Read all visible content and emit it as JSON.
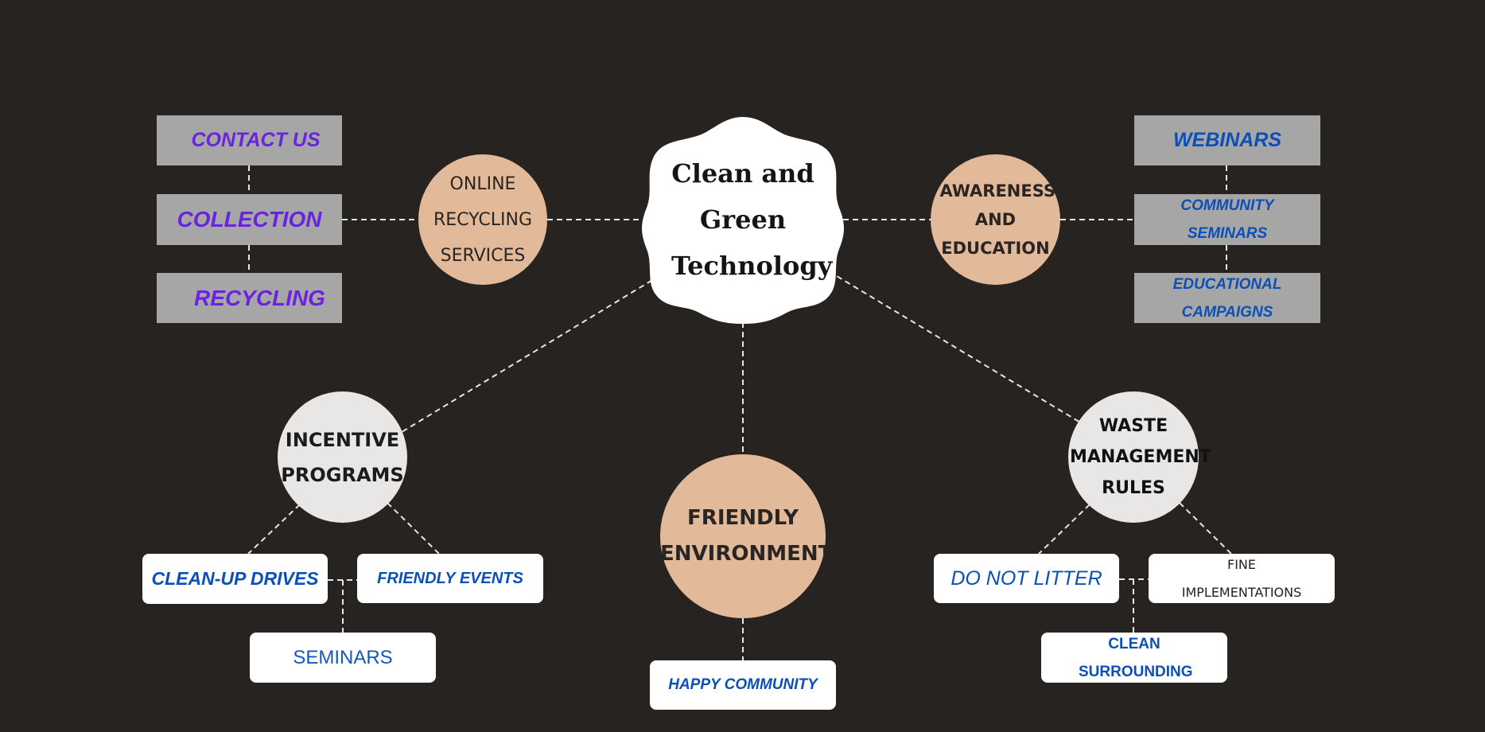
{
  "center": {
    "label": "Clean and Green Technology"
  },
  "left_branch": {
    "hub": "ONLINE RECYCLING SERVICES",
    "items": [
      "CONTACT US",
      "COLLECTION",
      "RECYCLING"
    ]
  },
  "right_branch": {
    "hub": "AWARENESS AND EDUCATION",
    "items": [
      "WEBINARS",
      "COMMUNITY SEMINARS",
      "EDUCATIONAL CAMPAIGNS"
    ]
  },
  "incentive_branch": {
    "hub": "INCENTIVE PROGRAMS",
    "items": [
      "CLEAN-UP DRIVES",
      "FRIENDLY EVENTS",
      "SEMINARS"
    ]
  },
  "environment_branch": {
    "hub": "FRIENDLY ENVIRONMENT",
    "items": [
      "HAPPY COMMUNITY"
    ]
  },
  "waste_branch": {
    "hub": "WASTE MANAGEMENT RULES",
    "items": [
      "DO NOT LITTER",
      "FINE IMPLEMENTATIONS",
      "CLEAN SURROUNDING"
    ]
  },
  "colors": {
    "background": "#272321",
    "peach": "#e2b999",
    "light_grey": "#e9e6e6",
    "grey_box": "#a6a6a6",
    "purple_text": "#6a24e0",
    "blue_text": "#0b4fb8"
  }
}
